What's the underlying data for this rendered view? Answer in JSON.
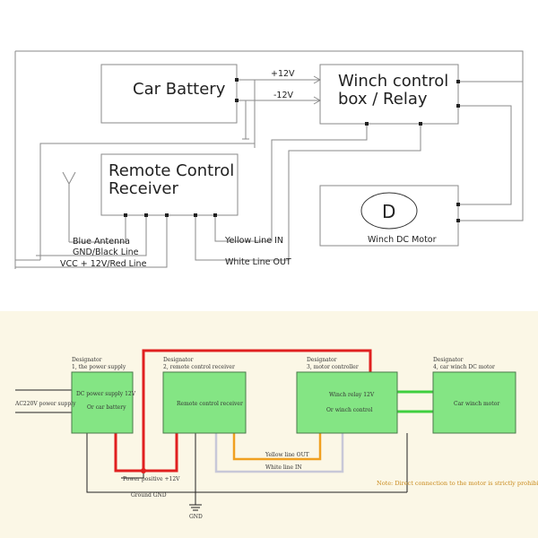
{
  "top": {
    "car_battery": "Car Battery",
    "plus_12v": "+12V",
    "minus_12v": "-12V",
    "winch_box_line1": "Winch control",
    "winch_box_line2": "box / Relay",
    "receiver_line1": "Remote Control",
    "receiver_line2": "Receiver",
    "motor_letter": "D",
    "motor_label": "Winch DC Motor",
    "blue_antenna": "Blue Antenna",
    "gnd_black": "GND/Black Line",
    "vcc_red": "VCC + 12V/Red Line",
    "yellow_in": "Yellow Line IN",
    "white_out": "White Line OUT"
  },
  "bottom": {
    "designator": "Designator",
    "d1_name": "1, the power supply",
    "d2_name": "2, remote control receiver",
    "d3_name": "3, motor controller",
    "d4_name": "4, car winch DC motor",
    "ac_label": "AC220V power supply",
    "psu_line1": "DC power supply 12V",
    "psu_line2": "Or car battery",
    "receiver": "Remote control receiver",
    "relay_line1": "Winch relay 12V",
    "relay_line2": "Or winch control",
    "motor": "Car winch motor",
    "yellow": "Yellow line   OUT",
    "white": "White line   IN",
    "power_pos": "Power positive +12V",
    "ground": "Ground  GND",
    "gnd": "GND",
    "note": "Note: Direct connection to the motor is strictly prohibited!  ！！",
    "colors": {
      "box_fill": "#84e584",
      "box_stroke": "#4a7a4a",
      "red_wire": "#e02020",
      "yellow_wire": "#f0a020",
      "white_wire": "#c8c8d8",
      "green_wire": "#3fcf3f",
      "background": "#fbf7e6",
      "note_color": "#c98a1c"
    }
  }
}
